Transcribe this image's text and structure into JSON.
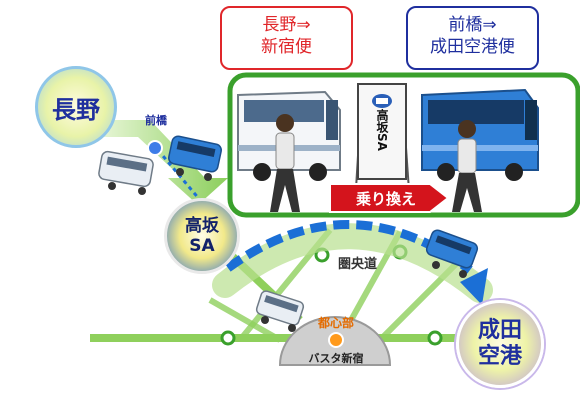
{
  "labels": {
    "nagano_shinjuku": {
      "line1": "長野⇒",
      "line2": "新宿便",
      "color": "#e0262a"
    },
    "maebashi_narita": {
      "line1": "前橋⇒",
      "line2": "成田空港便",
      "color": "#1f2f9e"
    }
  },
  "nodes": {
    "nagano": "長野",
    "takasaka_sa": {
      "line1": "高坂",
      "line2": "SA"
    },
    "narita": {
      "line1": "成田",
      "line2": "空港"
    },
    "maebashi": "前橋",
    "busta": {
      "top": "都心部",
      "bottom": "バスタ新宿"
    }
  },
  "roads": {
    "ken_o_do": "圏央道"
  },
  "inset": {
    "sign_text": "高坂SA",
    "transfer_label": "乗り換え",
    "frame_color": "#3aa02c"
  },
  "colors": {
    "green_route": "#8fd05c",
    "blue_route": "#1b6fd6",
    "red_banner": "#d4141c"
  }
}
